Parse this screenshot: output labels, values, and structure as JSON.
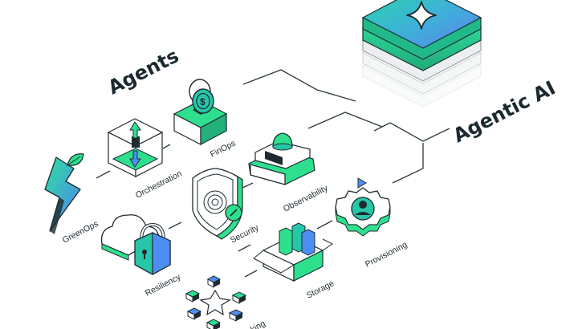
{
  "titles": {
    "agents": "Agents",
    "agentic_ai": "Agentic AI"
  },
  "agents": {
    "finops": "FinOps",
    "orchestration": "Orchestration",
    "greenops": "GreenOps",
    "observability": "Observability",
    "security": "Security",
    "resiliency": "Resiliency",
    "provisioning": "Provisioning",
    "storage": "Storage",
    "networking": "king"
  },
  "colors": {
    "teal": "#1fd49a",
    "green": "#2ee08d",
    "dark": "#1e2b30",
    "blue": "#4e8df2",
    "line": "#2d3a3f"
  }
}
